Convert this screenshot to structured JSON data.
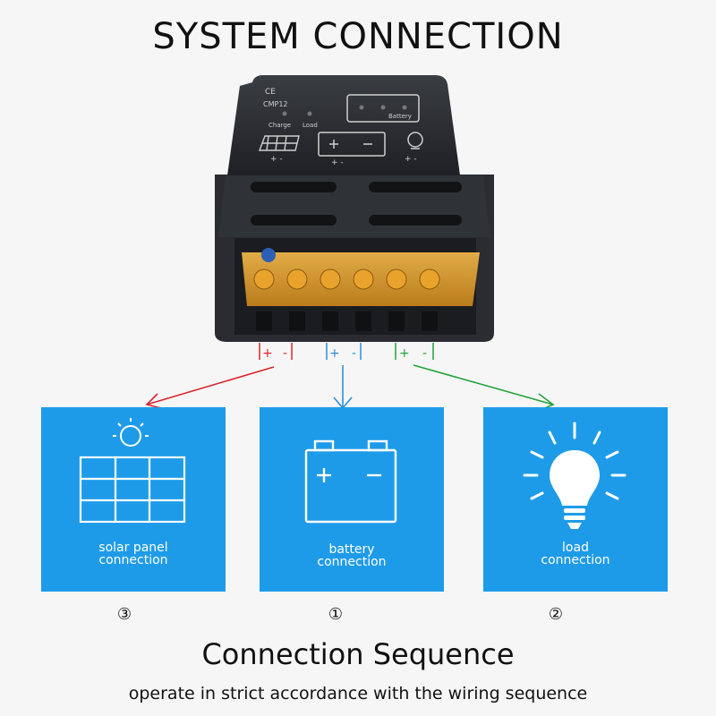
{
  "title": "SYSTEM CONNECTION",
  "controller": {
    "model_text": "CMP12",
    "ce_mark": "CE",
    "led_charge_label": "Charge",
    "led_load_label": "Load",
    "battery_indicator_label": "Battery",
    "terminals": [
      {
        "pair": "solar",
        "plus": "+",
        "minus": "-",
        "color": "#d9282e"
      },
      {
        "pair": "battery",
        "plus": "+",
        "minus": "-",
        "color": "#2f8fd8"
      },
      {
        "pair": "load",
        "plus": "+",
        "minus": "-",
        "color": "#22a33a"
      }
    ]
  },
  "cards": {
    "solar": {
      "line1": "solar panel",
      "line2": "connection",
      "order": "③"
    },
    "battery": {
      "line1": "battery",
      "line2": "connection",
      "order": "①"
    },
    "load": {
      "line1": "load",
      "line2": "connection",
      "order": "②"
    }
  },
  "colors": {
    "card": "#1e9be8",
    "solar_arrow": "#d9282e",
    "battery_arrow": "#2f8fd8",
    "load_arrow": "#22a33a"
  },
  "sequence_title": "Connection Sequence",
  "sequence_note": "operate in strict accordance with the wiring sequence"
}
